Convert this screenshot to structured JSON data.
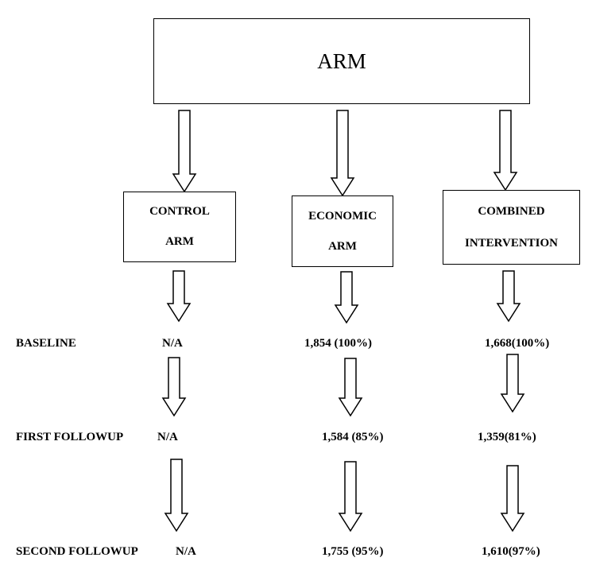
{
  "top_box": {
    "label": "ARM"
  },
  "arms": [
    {
      "line1": "CONTROL",
      "line2": "ARM"
    },
    {
      "line1": "ECONOMIC",
      "line2": "ARM"
    },
    {
      "line1": "COMBINED",
      "line2": "INTERVENTION"
    }
  ],
  "stages": [
    {
      "label": "BASELINE",
      "control": "N/A",
      "economic": "1,854 (100%)",
      "combined": "1,668(100%)"
    },
    {
      "label": "FIRST FOLLOWUP",
      "control": "N/A",
      "economic": "1,584 (85%)",
      "combined": "1,359(81%)"
    },
    {
      "label": "SECOND FOLLOWUP",
      "control": "N/A",
      "economic": "1,755 (95%)",
      "combined": "1,610(97%)"
    }
  ]
}
